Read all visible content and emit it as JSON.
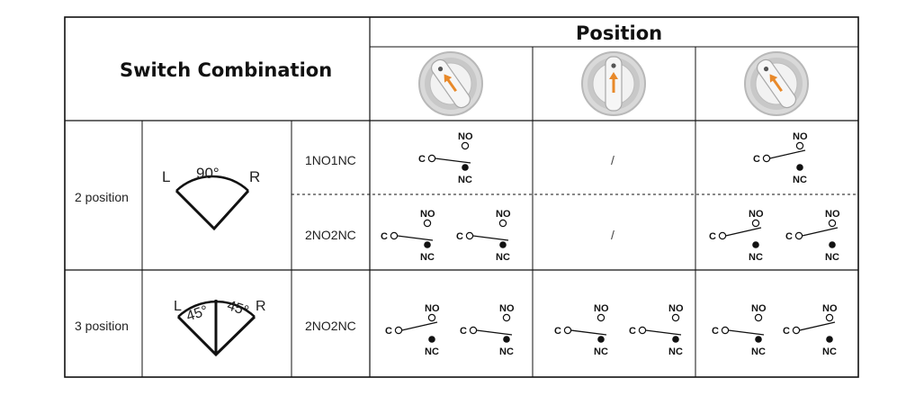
{
  "header": {
    "switch_combination": "Switch Combination",
    "position": "Position"
  },
  "rows": {
    "two_position": {
      "label": "2 position",
      "angle_label": "90°",
      "left_label": "L",
      "right_label": "R",
      "configs": [
        {
          "name": "1NO1NC",
          "position_center": "/"
        },
        {
          "name": "2NO2NC",
          "position_center": "/"
        }
      ]
    },
    "three_position": {
      "label": "3 position",
      "left_label": "L",
      "right_label": "R",
      "left_angle": "45°",
      "right_angle": "45°",
      "configs": [
        {
          "name": "2NO2NC"
        }
      ]
    }
  },
  "contact_labels": {
    "no": "NO",
    "nc": "NC",
    "c": "C"
  },
  "colors": {
    "line": "#111111",
    "arrow": "#e8892a",
    "knob_ring": "#b8b8b8",
    "knob_face": "#f2f2f2"
  },
  "icons": [
    "rotary-knob-left-icon",
    "rotary-knob-center-icon",
    "rotary-knob-right-icon"
  ]
}
